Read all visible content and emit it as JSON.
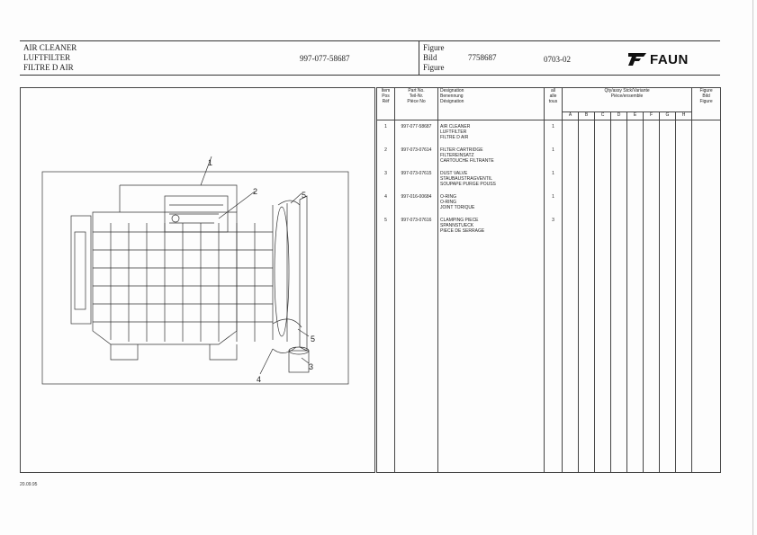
{
  "header": {
    "title_en": "AIR CLEANER",
    "title_de": "LUFTFILTER",
    "title_fr": "FILTRE D AIR",
    "part_no": "997-077-58687",
    "figure_en": "Figure",
    "figure_de": "Bild",
    "figure_fr": "Figure",
    "figure_no": "7758687",
    "page_ref": "0703-02",
    "brand": "FAUN"
  },
  "table": {
    "col_item": [
      "Item",
      "Pos",
      "Réf"
    ],
    "col_partno": [
      "Part No.",
      "Teil-Nr.",
      "Pièce No"
    ],
    "col_designation": [
      "Designation",
      "Benennung",
      "Désignation"
    ],
    "col_all": [
      "all",
      "alle",
      "tous"
    ],
    "col_variants_title": [
      "Qty/assy Stck/Variante",
      "Pièce/ensemble"
    ],
    "variant_letters": [
      "A",
      "B",
      "C",
      "D",
      "E",
      "F",
      "G",
      "H"
    ],
    "col_figure": [
      "Figure",
      "Bild",
      "Figure"
    ],
    "rows": [
      {
        "pos": "1",
        "part": "997-077-58687",
        "designation": [
          "AIR CLEANER",
          "LUFTFILTER",
          "FILTRE D AIR"
        ],
        "qty": "1"
      },
      {
        "pos": "2",
        "part": "997-073-07614",
        "designation": [
          "FILTER CARTRIDGE",
          "FILTEREINSATZ",
          "CARTOUCHE FILTRANTE"
        ],
        "qty": "1"
      },
      {
        "pos": "3",
        "part": "997-073-07615",
        "designation": [
          "DUST VALVE",
          "STAUBAUSTRAGVENTIL",
          "SOUPAPE PURGE POUSS"
        ],
        "qty": "1"
      },
      {
        "pos": "4",
        "part": "997-016-00684",
        "designation": [
          "O-RING",
          "O-RING",
          "JOINT TORIQUE"
        ],
        "qty": "1"
      },
      {
        "pos": "5",
        "part": "997-073-07616",
        "designation": [
          "CLAMPING PIECE",
          "SPANNSTUECK",
          "PIECE DE SERRAGE"
        ],
        "qty": "3"
      }
    ]
  },
  "drawing": {
    "callouts": [
      "1",
      "2",
      "3",
      "4",
      "5",
      "5"
    ]
  },
  "footer": {
    "date": "20.09.95"
  }
}
